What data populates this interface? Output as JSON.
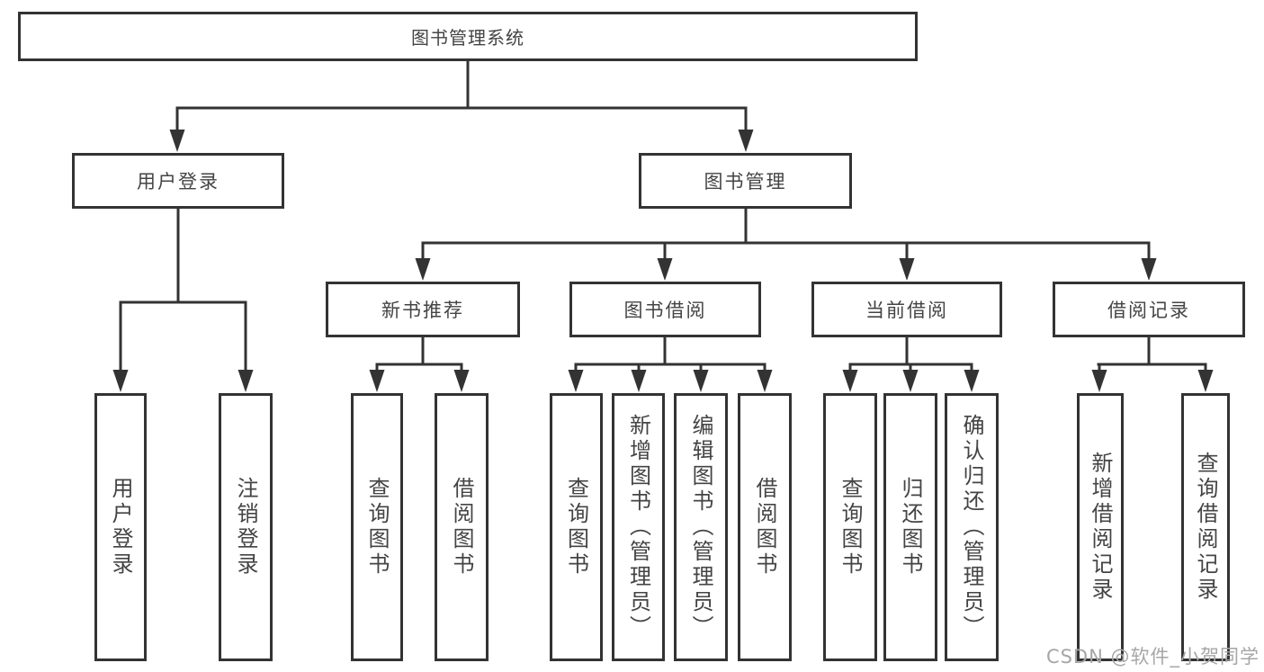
{
  "tree": {
    "root": {
      "label": "图书管理系统",
      "children": [
        {
          "label": "用户登录",
          "children": [
            {
              "label": "用户登录"
            },
            {
              "label": "注销登录"
            }
          ]
        },
        {
          "label": "图书管理",
          "children": [
            {
              "label": "新书推荐",
              "children": [
                {
                  "label": "查询图书"
                },
                {
                  "label": "借阅图书"
                }
              ]
            },
            {
              "label": "图书借阅",
              "children": [
                {
                  "label": "查询图书"
                },
                {
                  "label": "新增图书（管理员）"
                },
                {
                  "label": "编辑图书（管理员）"
                },
                {
                  "label": "借阅图书"
                }
              ]
            },
            {
              "label": "当前借阅",
              "children": [
                {
                  "label": "查询图书"
                },
                {
                  "label": "归还图书"
                },
                {
                  "label": "确认归还（管理员）"
                }
              ]
            },
            {
              "label": "借阅记录",
              "children": [
                {
                  "label": "新增借阅记录"
                },
                {
                  "label": "查询借阅记录"
                }
              ]
            }
          ]
        }
      ]
    }
  },
  "watermark": {
    "text": "CSDN @软件_小贺同学"
  },
  "colors": {
    "line": "#333333",
    "border": "#333333",
    "text": "#444444",
    "watermark": "#a6a6a6",
    "background": "#ffffff"
  }
}
